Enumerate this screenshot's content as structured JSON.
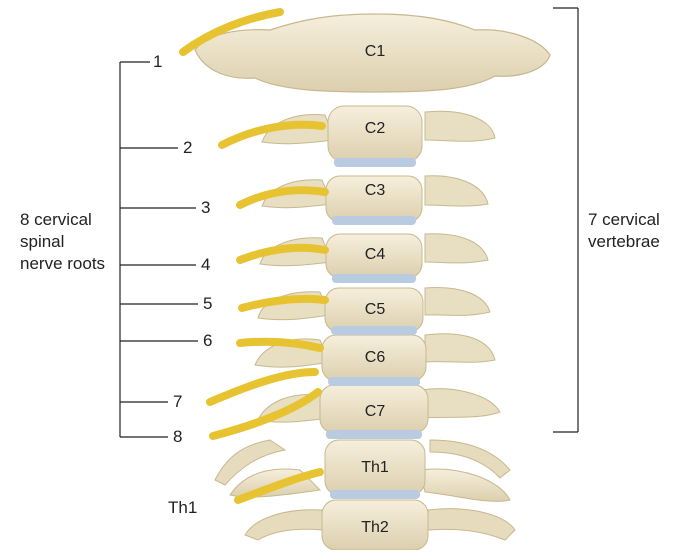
{
  "vertebrae": [
    {
      "id": "c1",
      "label": "C1"
    },
    {
      "id": "c2",
      "label": "C2"
    },
    {
      "id": "c3",
      "label": "C3"
    },
    {
      "id": "c4",
      "label": "C4"
    },
    {
      "id": "c5",
      "label": "C5"
    },
    {
      "id": "c6",
      "label": "C6"
    },
    {
      "id": "c7",
      "label": "C7"
    },
    {
      "id": "th1",
      "label": "Th1"
    },
    {
      "id": "th2",
      "label": "Th2"
    }
  ],
  "nerve_numbers": [
    "1",
    "2",
    "3",
    "4",
    "5",
    "6",
    "7",
    "8"
  ],
  "left_bracket": {
    "lines": [
      "8 cervical",
      "spinal",
      "nerve roots"
    ]
  },
  "right_bracket": {
    "lines": [
      "7 cervical",
      "vertebrae"
    ]
  },
  "th1_nerve_label": "Th1",
  "colors": {
    "bone": "#efe6cf",
    "bone_shadow": "#d7c9a6",
    "bone_outline": "#c8b88f",
    "disc": "#b9cbe0",
    "nerve": "#e7c332",
    "nerve_dark": "#c9a21b",
    "line": "#222222"
  }
}
